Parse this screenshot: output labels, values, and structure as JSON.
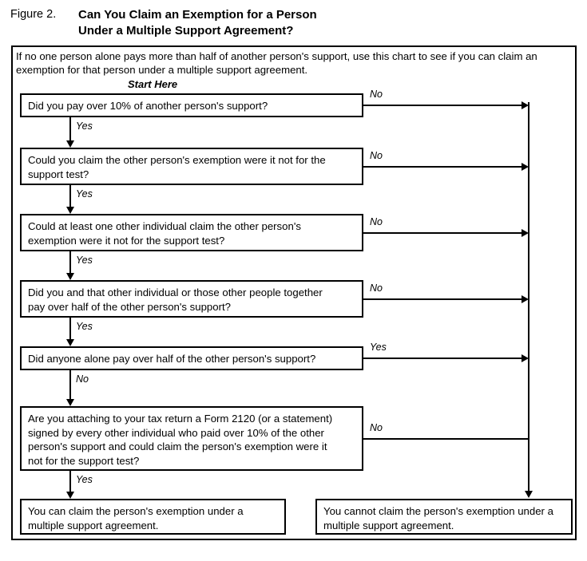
{
  "figure": {
    "label": "Figure 2.",
    "title_line1": "Can You Claim an Exemption for a Person",
    "title_line2": "Under a Multiple Support Agreement?"
  },
  "intro": "If no one person alone pays more than half of another person's support, use this chart to see if you can claim an exemption for that person under a multiple support agreement.",
  "start_here": "Start Here",
  "labels": {
    "yes": "Yes",
    "no": "No"
  },
  "colors": {
    "line": "#000000",
    "background": "#ffffff",
    "text": "#000000"
  },
  "chart_data": {
    "type": "flowchart",
    "title": "Can You Claim an Exemption for a Person Under a Multiple Support Agreement?",
    "nodes": [
      {
        "id": "q1",
        "kind": "decision",
        "lines": [
          "Did you pay over 10% of another person's support?"
        ],
        "down_label": "Yes",
        "right_label": "No"
      },
      {
        "id": "q2",
        "kind": "decision",
        "lines": [
          "Could you claim the other person's exemption were it not for the",
          "support test?"
        ],
        "down_label": "Yes",
        "right_label": "No"
      },
      {
        "id": "q3",
        "kind": "decision",
        "lines": [
          "Could at least one other individual claim the other person's",
          "exemption were it not for the support test?"
        ],
        "down_label": "Yes",
        "right_label": "No"
      },
      {
        "id": "q4",
        "kind": "decision",
        "lines": [
          "Did you and that other individual or those other people together",
          "pay over half of the other person's support?"
        ],
        "down_label": "Yes",
        "right_label": "No"
      },
      {
        "id": "q5",
        "kind": "decision",
        "lines": [
          "Did anyone alone pay over half of the other person's support?"
        ],
        "down_label": "No",
        "right_label": "Yes"
      },
      {
        "id": "q6",
        "kind": "decision",
        "lines": [
          "Are you attaching to your tax return a Form 2120 (or a statement)",
          "signed by every other individual who paid over 10% of the other",
          "person's support and could claim the person's exemption were it",
          "not for the support test?"
        ],
        "down_label": "Yes",
        "right_label": "No"
      },
      {
        "id": "outcome_yes",
        "kind": "terminal",
        "lines": [
          "You can claim the person's exemption under a",
          "multiple support agreement."
        ]
      },
      {
        "id": "outcome_no",
        "kind": "terminal",
        "lines": [
          "You cannot claim the person's exemption under a",
          "multiple support agreement."
        ]
      }
    ],
    "edges": [
      {
        "from": "q1",
        "to": "q2",
        "label": "Yes"
      },
      {
        "from": "q2",
        "to": "q3",
        "label": "Yes"
      },
      {
        "from": "q3",
        "to": "q4",
        "label": "Yes"
      },
      {
        "from": "q4",
        "to": "q5",
        "label": "Yes"
      },
      {
        "from": "q5",
        "to": "q6",
        "label": "No"
      },
      {
        "from": "q6",
        "to": "outcome_yes",
        "label": "Yes"
      },
      {
        "from": "q1",
        "to": "outcome_no",
        "label": "No"
      },
      {
        "from": "q2",
        "to": "outcome_no",
        "label": "No"
      },
      {
        "from": "q3",
        "to": "outcome_no",
        "label": "No"
      },
      {
        "from": "q4",
        "to": "outcome_no",
        "label": "No"
      },
      {
        "from": "q5",
        "to": "outcome_no",
        "label": "Yes"
      },
      {
        "from": "q6",
        "to": "outcome_no",
        "label": "No"
      }
    ]
  }
}
